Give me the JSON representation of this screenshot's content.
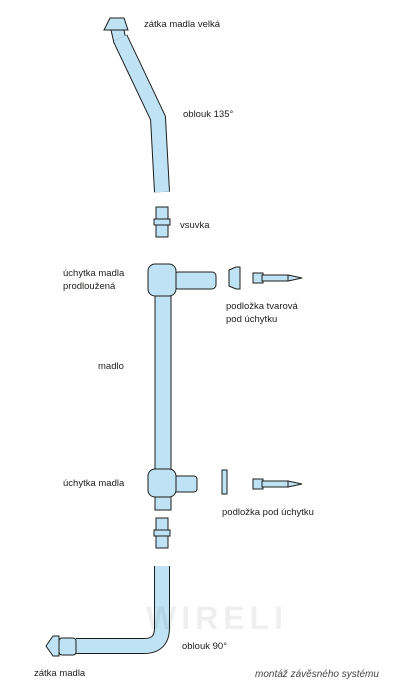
{
  "labels": {
    "top_cap": "zátka madla velká",
    "bend_135": "oblouk 135°",
    "connector": "vsuvka",
    "upper_holder_line1": "úchytka madla",
    "upper_holder_line2": "prodloužená",
    "shaped_washer_line1": "podložka tvarová",
    "shaped_washer_line2": "pod úchytku",
    "rail": "madlo",
    "lower_holder": "úchytka madla",
    "lower_washer": "podložka pod úchytku",
    "bend_90": "oblouk 90°",
    "bottom_cap": "zátka madla"
  },
  "caption": "montáž závěsného systému",
  "watermark": "WIRELI",
  "colors": {
    "part_fill": "#bfe3f4",
    "outline": "#1d1d1b"
  }
}
